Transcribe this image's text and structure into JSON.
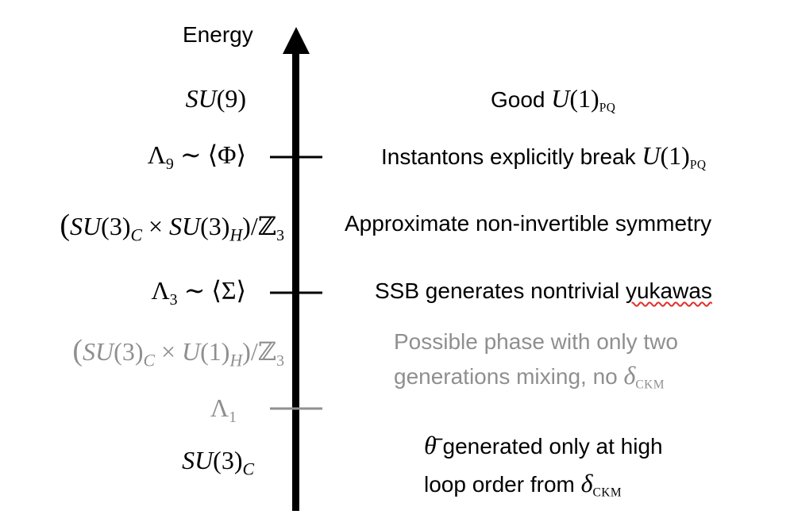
{
  "axis": {
    "label": "Energy",
    "color": "#000000"
  },
  "scales": {
    "lambda9": {
      "symbol": "Λ",
      "index": "9",
      "rel": "∼",
      "vev": "⟨Φ⟩"
    },
    "lambda3": {
      "symbol": "Λ",
      "index": "3",
      "rel": "∼",
      "vev": "⟨Σ⟩"
    },
    "lambda1": {
      "symbol": "Λ",
      "index": "1"
    }
  },
  "regimes": {
    "su9": {
      "group": "SU",
      "arg": "(9)"
    },
    "su3h": {
      "open": "(",
      "g1": "SU",
      "a1": "(3)",
      "s1": "C",
      "times": " × ",
      "g2": "SU",
      "a2": "(3)",
      "s2": "H",
      "close": ")/",
      "z": "ℤ",
      "zs": "3"
    },
    "u1h": {
      "open": "(",
      "g1": "SU",
      "a1": "(3)",
      "s1": "C",
      "times": " × ",
      "g2": "U",
      "a2": "(1)",
      "s2": "H",
      "close": ")/",
      "z": "ℤ",
      "zs": "3"
    },
    "su3c": {
      "group": "SU",
      "arg": "(3)",
      "sub": "C"
    }
  },
  "notes": {
    "good": {
      "text": "Good ",
      "sym": "U",
      "arg": "(1)",
      "sub": "PQ"
    },
    "instantons": {
      "text": "Instantons explicitly break ",
      "sym": "U",
      "arg": "(1)",
      "sub": "PQ"
    },
    "noninvertible": {
      "text": "Approximate non-invertible symmetry"
    },
    "ssb": {
      "text": "SSB generates nontrivial ",
      "word": "yukawas"
    },
    "possible": {
      "line1": "Possible phase with only two",
      "line2": "generations mixing, no ",
      "sym": "δ",
      "sub": "CKM"
    },
    "theta": {
      "sym": "θ̄",
      "line1": " generated only at high",
      "line2": "loop order from ",
      "sym2": "δ",
      "sub": "CKM"
    }
  },
  "colors": {
    "primary": "#000000",
    "muted": "#8f8f8f",
    "spell": "#e0302a"
  }
}
